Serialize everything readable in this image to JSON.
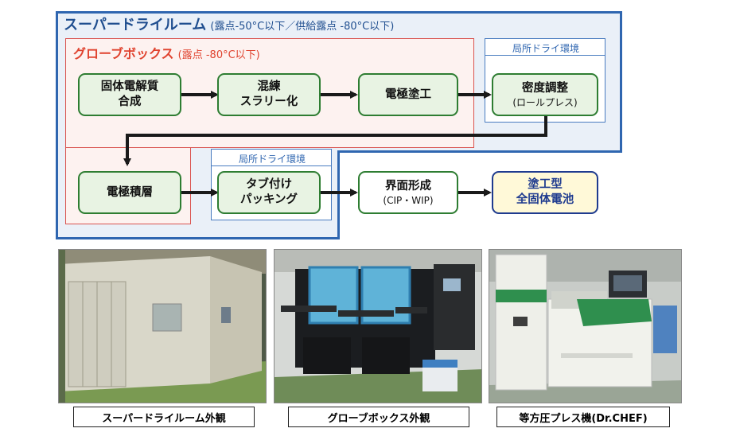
{
  "super_dry_room": {
    "title": "スーパードライルーム",
    "condition": "(露点-50°C以下／供給露点 -80°C以下)"
  },
  "glove_box": {
    "title": "グローブボックス",
    "condition": "(露点 -80°C以下)"
  },
  "local_dry_label": "局所ドライ環境",
  "process": {
    "solid_electrolyte": {
      "line1": "固体電解質",
      "line2": "合成"
    },
    "kneading": {
      "line1": "混練",
      "line2": "スラリー化"
    },
    "coating": {
      "line1": "電極塗工"
    },
    "density": {
      "line1": "密度調整",
      "line2": "(ロールプレス)"
    },
    "stacking": {
      "line1": "電極積層"
    },
    "tab": {
      "line1": "タブ付け",
      "line2": "パッキング"
    },
    "interface": {
      "line1": "界面形成",
      "line2": "(CIP・WIP)"
    },
    "final": {
      "line1": "塗工型",
      "line2": "全固体電池"
    }
  },
  "photos": [
    {
      "caption": "スーパードライルーム外観"
    },
    {
      "caption": "グローブボックス外観"
    },
    {
      "caption": "等方圧プレス機(Dr.CHEF)"
    }
  ],
  "colors": {
    "dry_room_border": "#2f66b0",
    "glove_box_border": "#d9534f",
    "process_border": "#2e7d32",
    "final_border": "#1f3b8f"
  }
}
